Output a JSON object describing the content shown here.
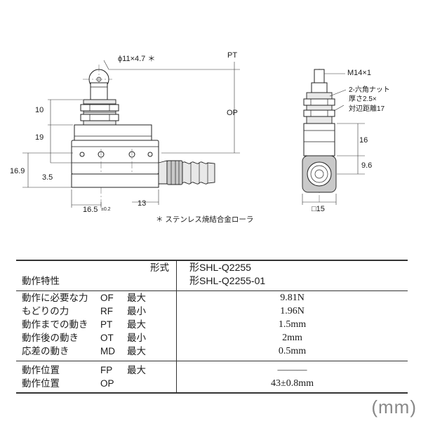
{
  "dims": {
    "roller": "ϕ11×4.7 ＊",
    "pt": "PT",
    "op": "OP",
    "d10": "10",
    "d19": "19",
    "d169": "16.9",
    "d35": "3.5",
    "d165": "16.5",
    "tol": "±0.2",
    "d13": "13",
    "m14": "M14×1",
    "nut1": "2-六角ナット",
    "nut2": "厚さ2.5×",
    "nut3": "対辺距離17",
    "d16": "16",
    "d96": "9.6",
    "sq15": "□15"
  },
  "note": "＊ ステンレス焼結合金ローラ",
  "table": {
    "keishiki": "形式",
    "char_title": "動作特性",
    "models": [
      "形SHL-Q2255",
      "形SHL-Q2255-01"
    ],
    "rows": [
      {
        "label": "動作に必要な力",
        "sym": "OF",
        "mm": "最大",
        "value": "9.81N"
      },
      {
        "label": "もどりの力",
        "sym": "RF",
        "mm": "最小",
        "value": "1.96N"
      },
      {
        "label": "動作までの動き",
        "sym": "PT",
        "mm": "最大",
        "value": "1.5mm"
      },
      {
        "label": "動作後の動き",
        "sym": "OT",
        "mm": "最小",
        "value": "2mm"
      },
      {
        "label": "応差の動き",
        "sym": "MD",
        "mm": "最大",
        "value": "0.5mm"
      }
    ],
    "pos_rows": [
      {
        "label": "動作位置",
        "sym": "FP",
        "mm": "最大",
        "value": "―――"
      },
      {
        "label": "動作位置",
        "sym": "OP",
        "mm": "",
        "value": "43±0.8mm"
      }
    ]
  },
  "unit": "(mm)"
}
